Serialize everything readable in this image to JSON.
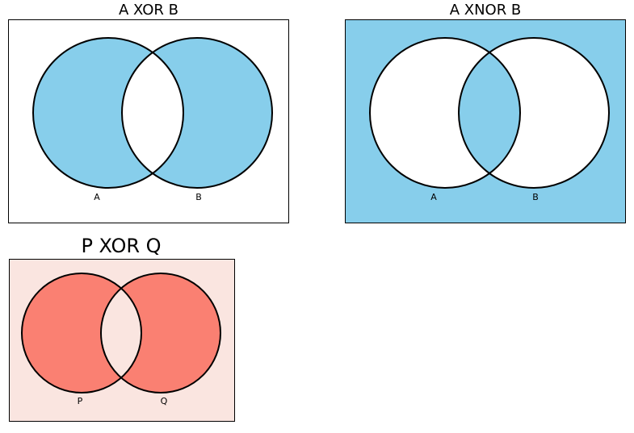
{
  "diagrams": [
    {
      "id": "xor_ab",
      "title": "A XOR B",
      "operation": "xor",
      "labels": [
        "A",
        "B"
      ],
      "colors": {
        "fill": "#87ceeb",
        "background": "#ffffff"
      }
    },
    {
      "id": "xnor_ab",
      "title": "A XNOR B",
      "operation": "xnor",
      "labels": [
        "A",
        "B"
      ],
      "colors": {
        "fill": "#87ceeb",
        "background": "#ffffff"
      }
    },
    {
      "id": "xor_pq",
      "title": "P XOR Q",
      "operation": "xor",
      "labels": [
        "P",
        "Q"
      ],
      "colors": {
        "fill": "#fa8072",
        "background": "#fae5e0"
      }
    }
  ]
}
